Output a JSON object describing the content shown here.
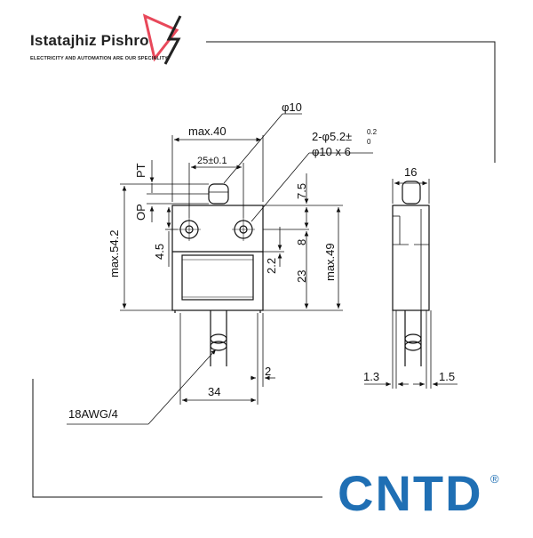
{
  "brand": {
    "title": "Istatajhiz Pishro",
    "tagline": "ELECTRICITY AND AUTOMATION ARE OUR SPECIALITY",
    "accent": "#e8485a"
  },
  "logo": {
    "text": "CNTD",
    "registered": "®",
    "color": "#1f6fb4"
  },
  "drawing": {
    "front": {
      "dim_diameter_10": "φ10",
      "dim_max_40": "max.40",
      "dim_25": "25±0.1",
      "dim_holes_line1": "2-φ5.2±",
      "dim_holes_tol_up": "0.2",
      "dim_holes_tol_down": "0",
      "dim_holes_line2": "φ10 x 6",
      "dim_pt": "PT",
      "dim_op": "OP",
      "dim_4_5": "4.5",
      "dim_max_54_2": "max.54.2",
      "dim_7_5": "7.5",
      "dim_8": "8",
      "dim_2_2": "2.2",
      "dim_23": "23",
      "dim_max_49": "max.49",
      "dim_34": "34",
      "dim_2": "2",
      "cable_label": "18AWG/4"
    },
    "side": {
      "dim_16": "16",
      "dim_1_3": "1.3",
      "dim_1_5": "1.5"
    }
  }
}
